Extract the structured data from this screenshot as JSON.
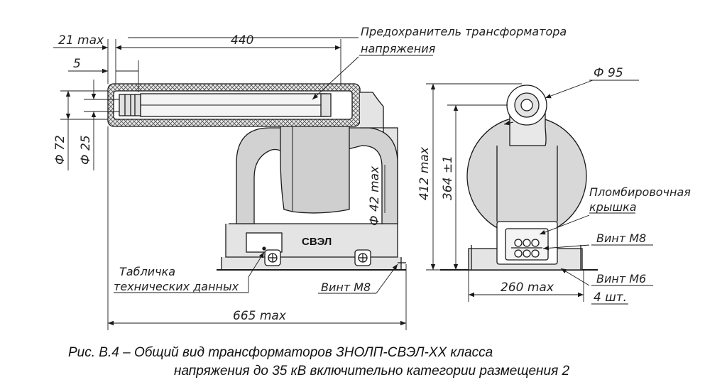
{
  "dimensions": {
    "d21max": "21 max",
    "d440": "440",
    "d5": "5",
    "d72": "Ф 72",
    "d25": "Ф 25",
    "d42": "Ф 42 max",
    "d665": "665 max",
    "d95": "Ф 95",
    "d412": "412 max",
    "d364": "364 ±1",
    "d260": "260 max",
    "qty4": "4 шт."
  },
  "labels": {
    "fuse_line1": "Предохранитель трансформатора",
    "fuse_line2": "напряжения",
    "plate_line1": "Табличка",
    "plate_line2": "технических данных",
    "screw_m8_front": "Винт М8",
    "seal_line1": "Пломбировочная",
    "seal_line2": "крышка",
    "screw_m8_side": "Винт М8",
    "screw_m6": "Винт М6",
    "logo": "СВЭЛ"
  },
  "caption": {
    "line1": "Рис. В.4 – Общий вид трансформаторов ЗНОЛП-СВЭЛ-ХХ класса",
    "line2": "напряжения до 35 кВ включительно категории размещения 2"
  },
  "colors": {
    "line": "#1a1a1a",
    "body_fill": "#e4e4e4",
    "insulator_fill": "#d2d2d2",
    "hatch": "#555555"
  }
}
